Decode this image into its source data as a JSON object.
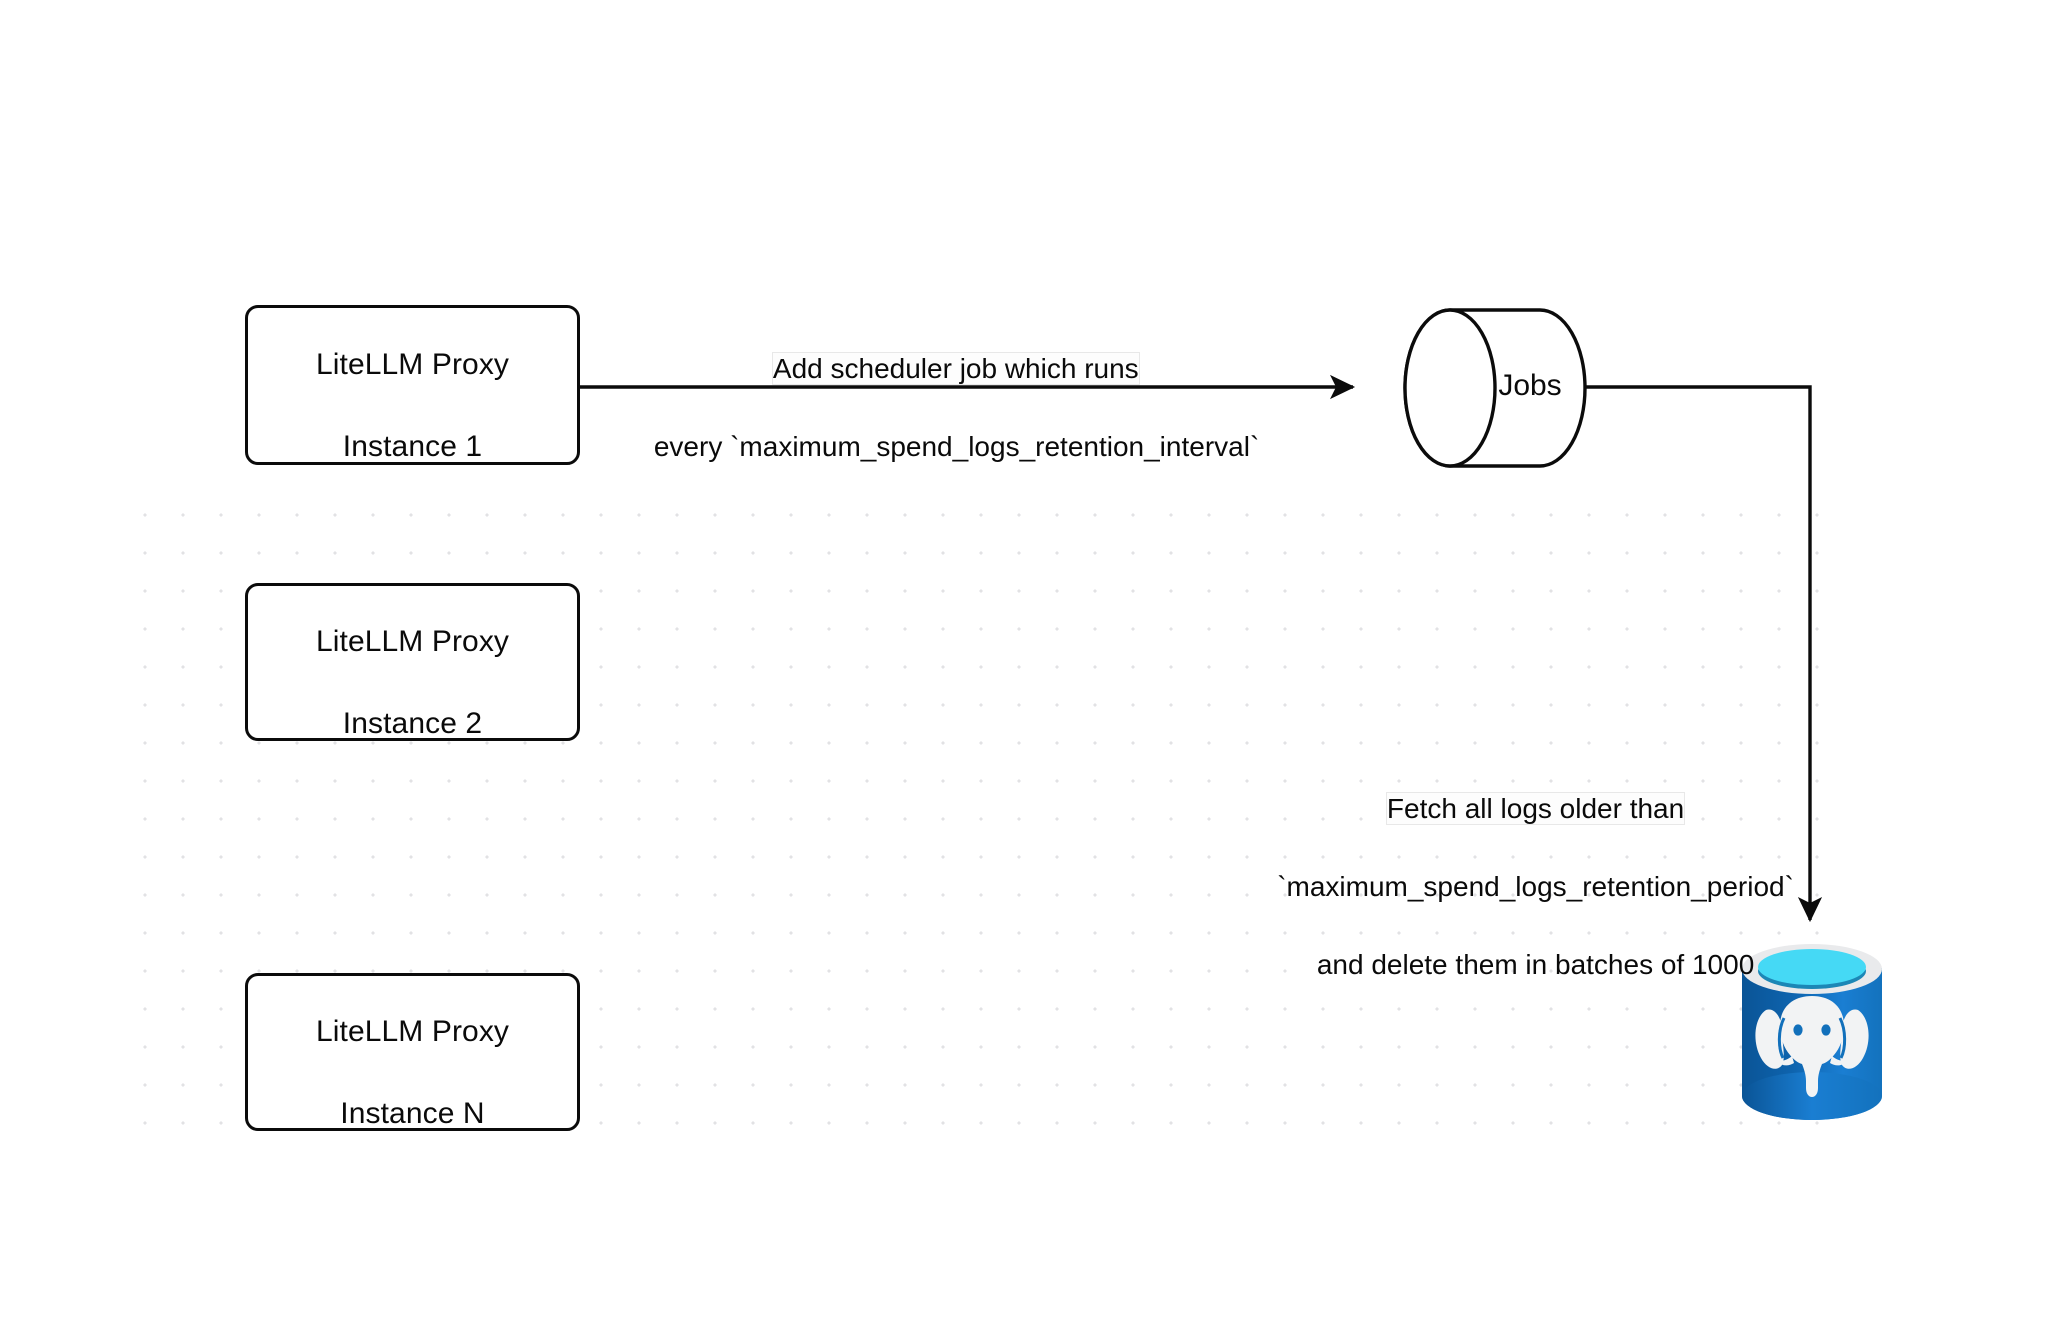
{
  "diagram": {
    "title": "LiteLLM spend logs retention scheduler flow",
    "background": {
      "color": "#ffffff",
      "grid": "dotted",
      "grid_dot_color": "#e2e2e4"
    },
    "nodes": [
      {
        "id": "proxy-1",
        "shape": "rounded-rectangle",
        "label": "LiteLLM Proxy\nInstance 1",
        "line_1": "LiteLLM Proxy",
        "line_2": "Instance 1"
      },
      {
        "id": "proxy-2",
        "shape": "rounded-rectangle",
        "label": "LiteLLM Proxy\nInstance 2",
        "line_1": "LiteLLM Proxy",
        "line_2": "Instance 2"
      },
      {
        "id": "proxy-3",
        "shape": "rounded-rectangle",
        "label": "LiteLLM Proxy\nInstance N",
        "line_1": "LiteLLM Proxy",
        "line_2": "Instance N"
      },
      {
        "id": "jobs",
        "shape": "cylinder",
        "label": "Jobs"
      },
      {
        "id": "postgres",
        "shape": "database-icon",
        "label": "",
        "icon": "postgresql-database-icon",
        "colors": {
          "body_dark": "#0b59a2",
          "body_light": "#1a7fd4",
          "rim_outer": "#e9eaec",
          "top_cyan": "#45d9f5",
          "top_shadow": "#1c87b6",
          "elephant": "#f2f3f4"
        }
      }
    ],
    "edges": [
      {
        "id": "edge-proxy1-jobs",
        "from": "proxy-1",
        "to": "jobs",
        "arrow": "triangle",
        "label_line_1": "Add scheduler job which runs",
        "label_line_2": "every `maximum_spend_logs_retention_interval`"
      },
      {
        "id": "edge-jobs-postgres",
        "from": "jobs",
        "to": "postgres",
        "arrow": "triangle",
        "label_line_1": "Fetch all logs older than",
        "label_line_2": "`maximum_spend_logs_retention_period`",
        "label_line_3": "and delete them in batches of 1000"
      }
    ],
    "stroke_color": "#0b0b0b",
    "text_color": "#0a0a0a"
  }
}
